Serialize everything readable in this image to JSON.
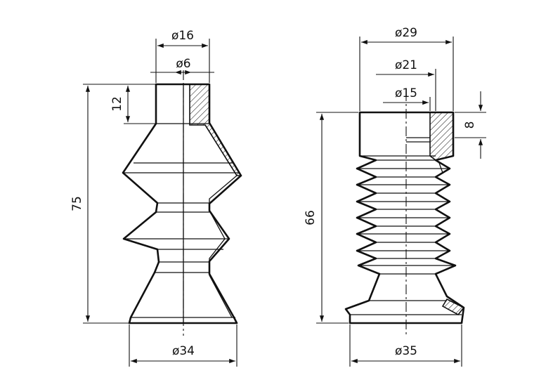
{
  "left_part": {
    "dims": {
      "top_outer": "ø16",
      "top_inner": "ø6",
      "neck_height": "12",
      "total_height": "75",
      "base_diameter": "ø34"
    }
  },
  "right_part": {
    "dims": {
      "outer_top": "ø29",
      "middle": "ø21",
      "inner": "ø15",
      "collar_height": "8",
      "total_height": "66",
      "base_diameter": "ø35"
    }
  }
}
